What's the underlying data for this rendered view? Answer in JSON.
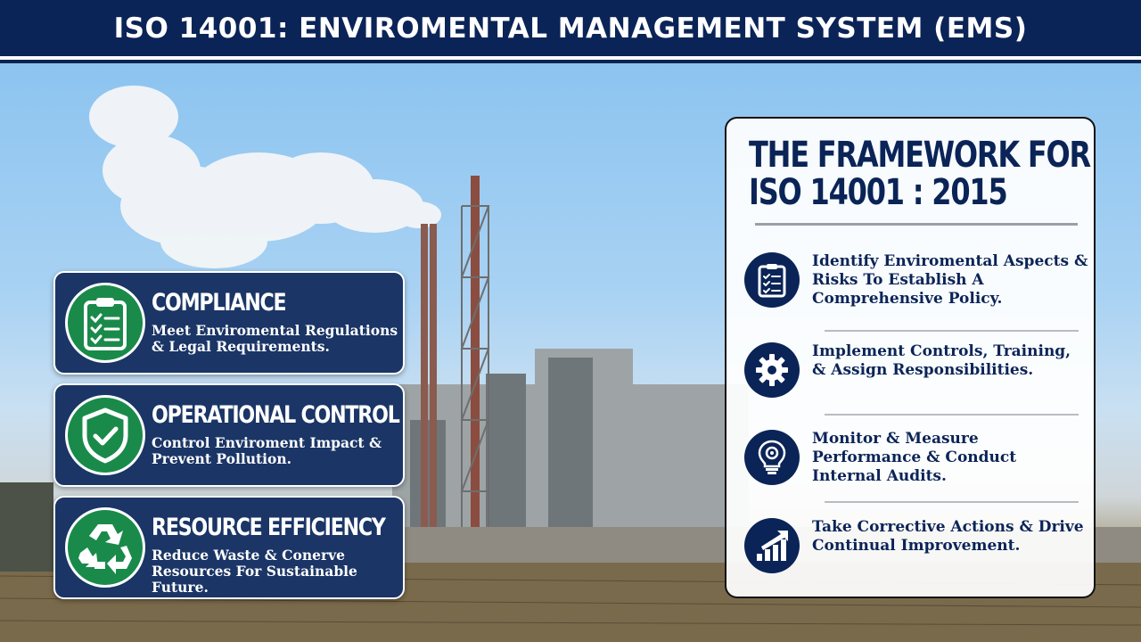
{
  "header": {
    "title": "ISO 14001: ENVIROMENTAL MANAGEMENT SYSTEM (EMS)"
  },
  "cards": [
    {
      "icon": "clipboard-checklist-icon",
      "title": "COMPLIANCE",
      "description": "Meet Enviromental Regulations & Legal Requirements."
    },
    {
      "icon": "shield-check-icon",
      "title": "OPERATIONAL CONTROL",
      "description": "Control Enviroment Impact & Prevent Pollution."
    },
    {
      "icon": "recycle-icon",
      "title": "RESOURCE EFFICIENCY",
      "description": "Reduce Waste & Conerve Resources For Sustainable Future."
    }
  ],
  "framework": {
    "title_line1": "THE FRAMEWORK FOR",
    "title_line2": "ISO 14001 : 2015",
    "items": [
      {
        "icon": "clipboard-checklist-icon",
        "text": "Identify Enviromental Aspects & Risks To Establish A Comprehensive Policy."
      },
      {
        "icon": "gear-icon",
        "text": "Implement Controls, Training, & Assign Responsibilities."
      },
      {
        "icon": "lightbulb-gear-icon",
        "text": "Monitor & Measure Performance & Conduct Internal Audits."
      },
      {
        "icon": "growth-chart-icon",
        "text": "Take Corrective Actions & Drive Continual Improvement."
      }
    ]
  },
  "colors": {
    "navy": "#0b2457",
    "card_bg": "#1a3566",
    "green": "#1a8a4a",
    "white": "#ffffff"
  }
}
